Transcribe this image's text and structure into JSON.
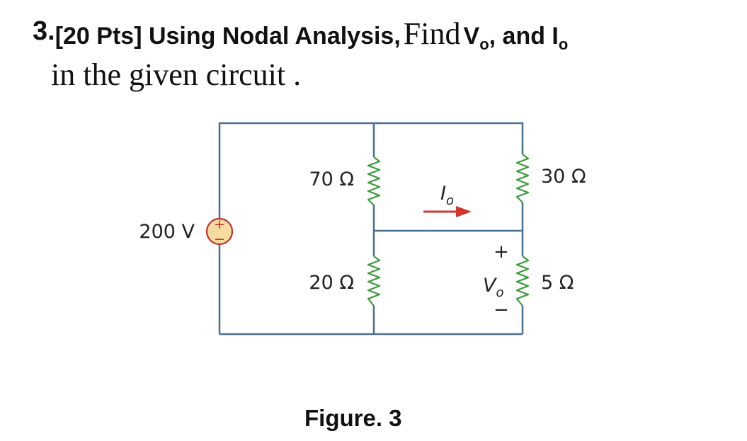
{
  "problem": {
    "number": "3.",
    "points": "[20 Pts] Using Nodal Analysis,",
    "find_word": "Find",
    "var1_main": "V",
    "var1_sub": "o",
    "and_word": ", and I",
    "var2_sub": "o",
    "line2": "in the given circuit ."
  },
  "circuit": {
    "source_label": "200 V",
    "source_plus": "+",
    "source_minus": "−",
    "r1_label": "70 Ω",
    "r2_label": "20 Ω",
    "r3_label": "30 Ω",
    "r4_label": "5 Ω",
    "io_main": "I",
    "io_sub": "o",
    "vo_main": "V",
    "vo_sub": "o",
    "vo_plus": "+",
    "vo_minus": "−",
    "wire_color": "#4a6f91",
    "source_fill": "#f6dca3",
    "source_stroke": "#c0322a",
    "arrow_color": "#d0342c"
  },
  "figure": {
    "caption": "Figure. 3"
  }
}
